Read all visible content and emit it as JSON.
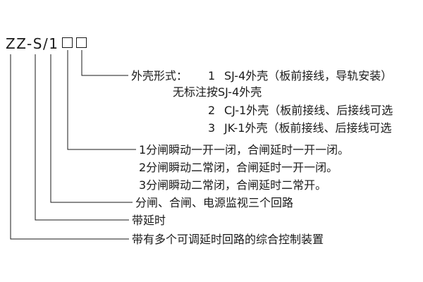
{
  "model": {
    "code": "ZZ-S/1"
  },
  "shell": {
    "label": "外壳形式：",
    "opt1_num": "1",
    "opt1_text": "SJ-4外壳（板前接线，导轨安装）",
    "note": "无标注按SJ-4外壳",
    "opt2_num": "2",
    "opt2_text": "CJ-1外壳（板前接线、后接线可选",
    "opt3_num": "3",
    "opt3_text": "JK-1外壳（板前接线、后接线可选"
  },
  "contacts": {
    "opt1": "1分闸瞬动一开一闭，合闸延时一开一闭。",
    "opt2": "2分闸瞬动二常闭，合闸延时一开一闭。",
    "opt3": "3分闸瞬动二常闭，合闸延时二常开。"
  },
  "labels": {
    "circuits": "分闸、合闸、电源监视三个回路",
    "delay": "带延时",
    "device": "带有多个可调延时回路的综合控制装置"
  }
}
